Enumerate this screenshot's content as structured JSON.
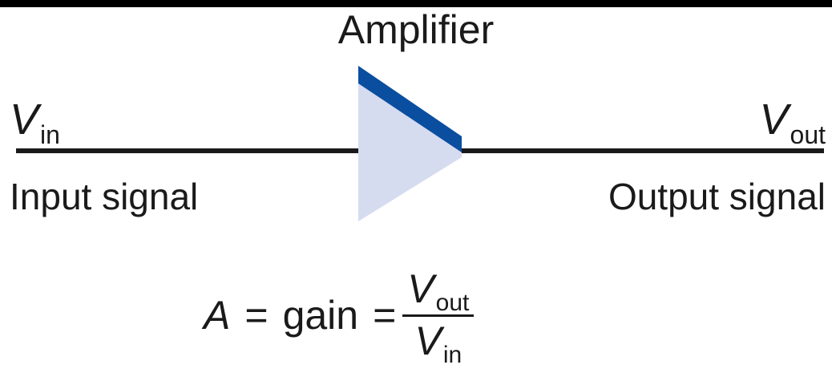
{
  "title": "Amplifier",
  "input": {
    "symbol": "V",
    "subscript": "in",
    "label": "Input signal"
  },
  "output": {
    "symbol": "V",
    "subscript": "out",
    "label": "Output signal"
  },
  "equation": {
    "lhs": "A",
    "equals_1": "=",
    "word": "gain",
    "equals_2": "=",
    "numerator_symbol": "V",
    "numerator_subscript": "out",
    "denominator_symbol": "V",
    "denominator_subscript": "in"
  },
  "colors": {
    "triangle_fill": "#d6dcef",
    "triangle_edge": "#0a4ea0",
    "wire": "#1a1a1a",
    "top_bar": "#000000"
  }
}
